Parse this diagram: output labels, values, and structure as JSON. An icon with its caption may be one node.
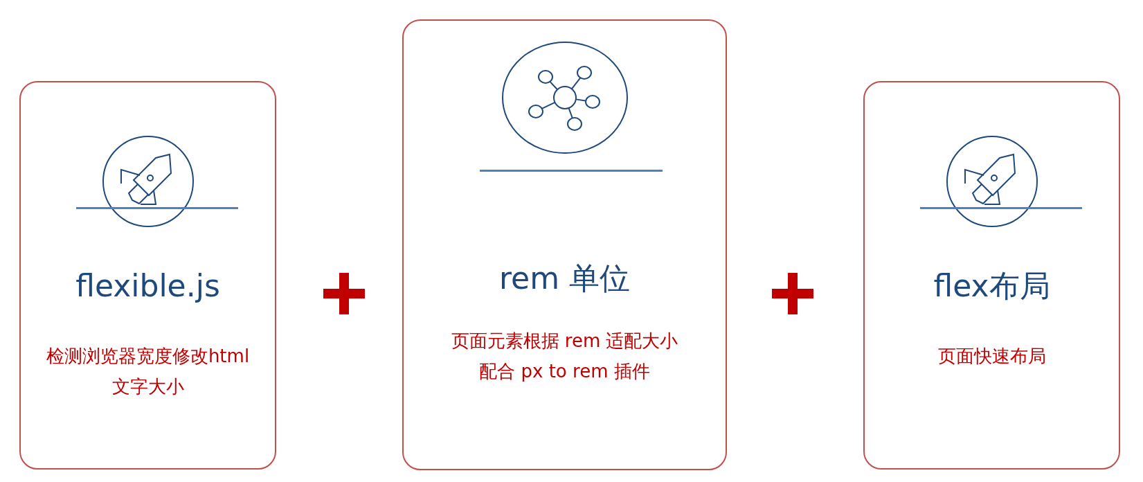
{
  "diagram": {
    "nodes": [
      {
        "text": [
          "flexible.js",
          "检测浏览器宽度修改html 文字大小"
        ]
      },
      {
        "text": [
          "rem 单位",
          "页面元素根据 rem 适配大小配合 px to rem 插件"
        ]
      },
      {
        "text": [
          "flex布局",
          "页面快速布局"
        ]
      }
    ]
  }
}
